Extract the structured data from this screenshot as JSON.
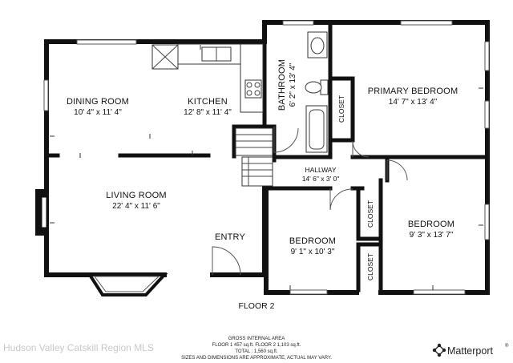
{
  "rooms": {
    "dining": {
      "name": "DINING ROOM",
      "dims": "10' 4\" x 11' 4\""
    },
    "kitchen": {
      "name": "KITCHEN",
      "dims": "12' 8\" x 11' 4\""
    },
    "bathroom": {
      "name": "BATHROOM",
      "dims": "6' 2\" x 13' 4\""
    },
    "primary": {
      "name": "PRIMARY BEDROOM",
      "dims": "14' 7\" x 13' 4\""
    },
    "living": {
      "name": "LIVING ROOM",
      "dims": "22' 4\" x 11' 6\""
    },
    "hallway": {
      "name": "HALLWAY",
      "dims": "14' 6\" x 3' 0\""
    },
    "bedroom2": {
      "name": "BEDROOM",
      "dims": "9' 1\" x 10' 3\""
    },
    "bedroom3": {
      "name": "BEDROOM",
      "dims": "9' 3\" x 13' 7\""
    },
    "entry": {
      "name": "ENTRY"
    },
    "closet_primary": {
      "name": "CLOSET"
    },
    "closet_hall": {
      "name": "CLOSET"
    },
    "closet_bed2": {
      "name": "CLOSET"
    }
  },
  "floor_label": "FLOOR 2",
  "area": {
    "heading": "GROSS INTERNAL AREA",
    "line1": "FLOOR 1 457 sq.ft.   FLOOR 2 1,103 sq.ft.",
    "line2": "TOTAL : 1,560 sq.ft.",
    "disclaimer": "SIZES AND DIMENSIONS ARE APPROXIMATE, ACTUAL MAY VARY."
  },
  "watermark": "Hudson Valley Catskill Region MLS",
  "brand": "Matterport",
  "brand_mark": "®"
}
